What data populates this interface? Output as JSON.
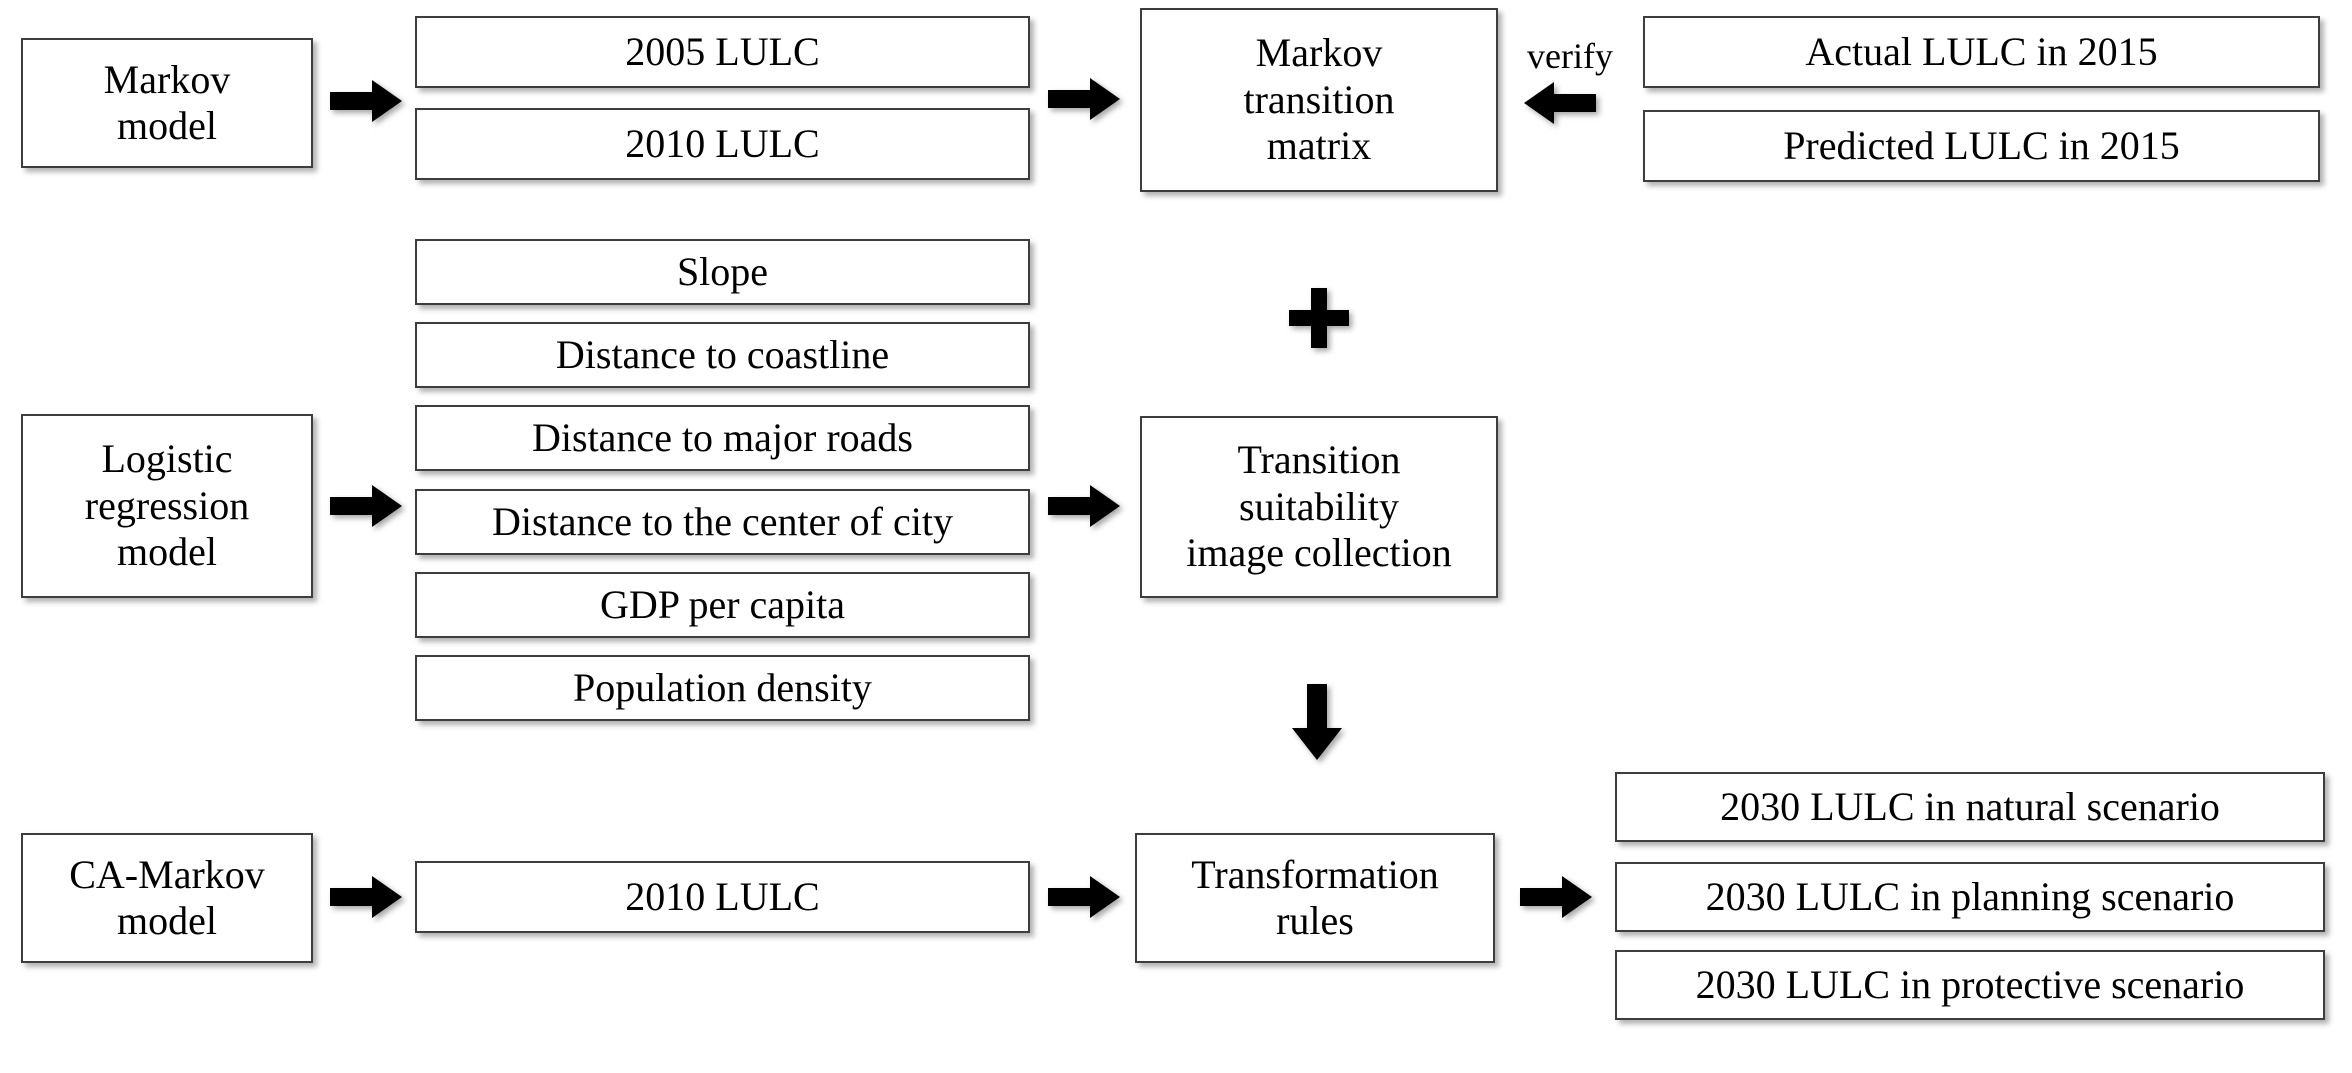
{
  "diagram": {
    "title": "LULC modeling workflow flowchart",
    "models": [
      {
        "id": "markov-model",
        "label": "Markov\nmodel"
      },
      {
        "id": "logistic-regression-model",
        "label": "Logistic\nregression\nmodel"
      },
      {
        "id": "ca-markov-model",
        "label": "CA-Markov\nmodel"
      }
    ],
    "markov_inputs": [
      {
        "id": "lulc-2005",
        "label": "2005 LULC"
      },
      {
        "id": "lulc-2010",
        "label": "2010 LULC"
      }
    ],
    "markov_output": {
      "id": "markov-transition-matrix",
      "label": "Markov\ntransition\nmatrix"
    },
    "verification": {
      "label": "verify",
      "items": [
        {
          "id": "actual-lulc-2015",
          "label": "Actual LULC in 2015"
        },
        {
          "id": "predicted-lulc-2015",
          "label": "Predicted LULC in 2015"
        }
      ]
    },
    "driving_factors": [
      {
        "id": "slope",
        "label": "Slope"
      },
      {
        "id": "distance-to-coastline",
        "label": "Distance to coastline"
      },
      {
        "id": "distance-to-major-roads",
        "label": "Distance to major roads"
      },
      {
        "id": "distance-to-center-of-city",
        "label": "Distance to the center of city"
      },
      {
        "id": "gdp-per-capita",
        "label": "GDP per capita"
      },
      {
        "id": "population-density",
        "label": "Population density"
      }
    ],
    "logistic_output": {
      "id": "transition-suitability-image-collection",
      "label": "Transition\nsuitability\nimage collection"
    },
    "ca_markov_input": {
      "id": "lulc-2010-bottom",
      "label": "2010 LULC"
    },
    "ca_markov_process": {
      "id": "transformation-rules",
      "label": "Transformation\nrules"
    },
    "scenarios": [
      {
        "id": "lulc-2030-natural",
        "label": "2030 LULC in natural scenario"
      },
      {
        "id": "lulc-2030-planning",
        "label": "2030 LULC in planning scenario"
      },
      {
        "id": "lulc-2030-protective",
        "label": "2030 LULC in protective scenario"
      }
    ],
    "connectors": {
      "combine_symbol": "plus",
      "arrow_right": "arrow-right-icon",
      "arrow_left": "arrow-left-icon",
      "arrow_down": "arrow-down-icon"
    },
    "colors": {
      "box_border": "#3d3d3d",
      "box_fill": "#ffffff",
      "text": "#000000",
      "arrow": "#000000",
      "background": "#ffffff"
    }
  }
}
